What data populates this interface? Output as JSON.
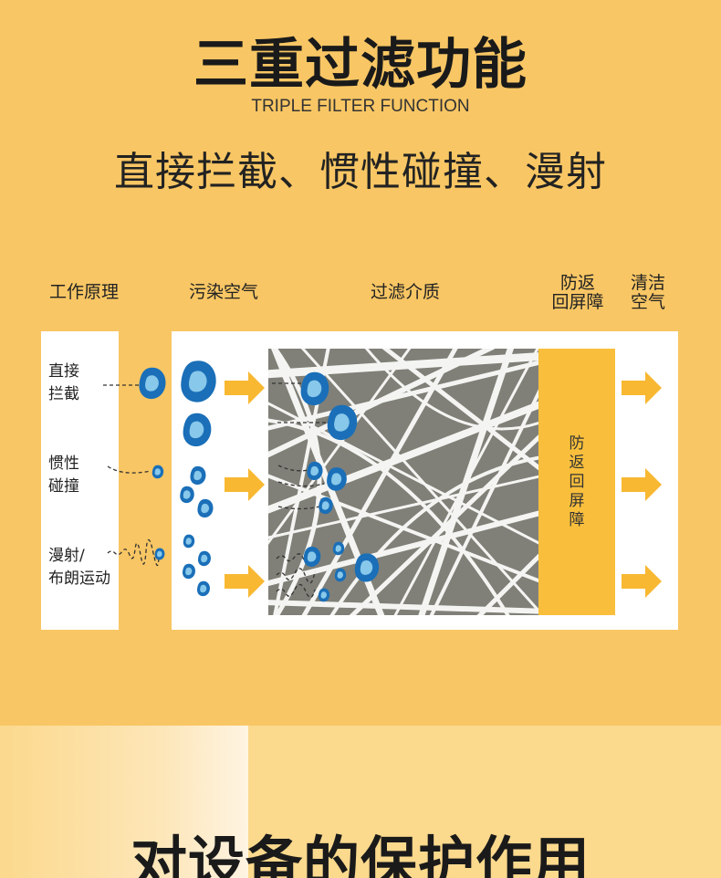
{
  "header": {
    "title": "三重过滤功能",
    "subtitle": "TRIPLE FILTER FUNCTION",
    "mechanisms": "直接拦截、惯性碰撞、漫射"
  },
  "diagram": {
    "columns": {
      "principle": "工作原理",
      "polluted_air": "污染空气",
      "filter_media": "过滤介质",
      "anti_backflow": [
        "防返",
        "回屏障"
      ],
      "clean_air": [
        "清洁",
        "空气"
      ]
    },
    "rows": [
      {
        "label_lines": [
          "直接",
          "拦截"
        ]
      },
      {
        "label_lines": [
          "惯性",
          "碰撞"
        ]
      },
      {
        "label_lines": [
          "漫射/",
          "布朗运动"
        ]
      }
    ],
    "barrier_label": [
      "防",
      "返",
      "回",
      "屏",
      "障"
    ],
    "colors": {
      "background": "#f8c664",
      "panel": "#ffffff",
      "filter_media": "#808078",
      "barrier": "#f9bf3c",
      "arrow": "#f8b832",
      "particle_dark": "#1a6fb8",
      "particle_light": "#88c8ea"
    }
  },
  "footer": {
    "heading": "对设备的保护作用"
  }
}
